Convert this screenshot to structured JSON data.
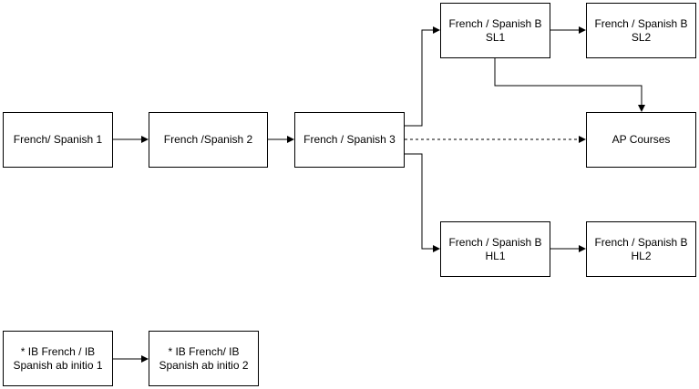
{
  "diagram": {
    "nodes": [
      {
        "id": "fs1",
        "label": "French/ Spanish 1"
      },
      {
        "id": "fs2",
        "label": "French /Spanish 2"
      },
      {
        "id": "fs3",
        "label": "French / Spanish 3"
      },
      {
        "id": "sl1",
        "label": "French / Spanish B\nSL1"
      },
      {
        "id": "sl2",
        "label": "French / Spanish B\nSL2"
      },
      {
        "id": "ap",
        "label": "AP Courses"
      },
      {
        "id": "hl1",
        "label": "French / Spanish B\nHL1"
      },
      {
        "id": "hl2",
        "label": "French / Spanish B\nHL2"
      },
      {
        "id": "ab1",
        "label": "* IB French / IB\nSpanish ab initio 1"
      },
      {
        "id": "ab2",
        "label": "* IB French/ IB\nSpanish ab initio 2"
      }
    ],
    "edges": [
      {
        "from": "fs1",
        "to": "fs2",
        "style": "solid"
      },
      {
        "from": "fs2",
        "to": "fs3",
        "style": "solid"
      },
      {
        "from": "fs3",
        "to": "sl1",
        "style": "solid"
      },
      {
        "from": "sl1",
        "to": "sl2",
        "style": "solid"
      },
      {
        "from": "sl1",
        "to": "ap",
        "style": "solid"
      },
      {
        "from": "fs3",
        "to": "ap",
        "style": "dashed"
      },
      {
        "from": "fs3",
        "to": "hl1",
        "style": "solid"
      },
      {
        "from": "hl1",
        "to": "hl2",
        "style": "solid"
      },
      {
        "from": "ab1",
        "to": "ab2",
        "style": "solid"
      }
    ],
    "colors": {
      "stroke": "#000000",
      "fill": "#ffffff",
      "text": "#000000"
    }
  }
}
